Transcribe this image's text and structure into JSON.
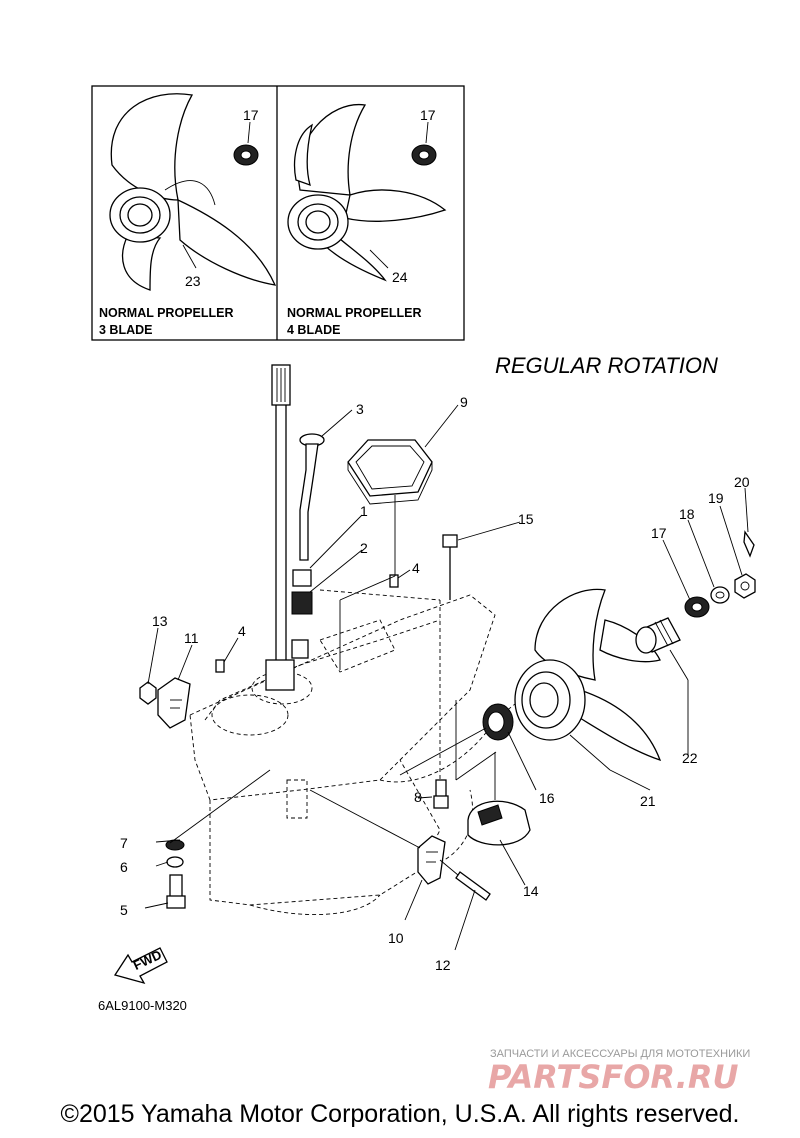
{
  "insets": [
    {
      "label_line1": "NORMAL PROPELLER",
      "label_line2": "3 BLADE",
      "spline_ref": "17",
      "prop_ref": "23"
    },
    {
      "label_line1": "NORMAL PROPELLER",
      "label_line2": "4 BLADE",
      "spline_ref": "17",
      "prop_ref": "24"
    }
  ],
  "rotation_title": "REGULAR ROTATION",
  "callouts": {
    "n1": "1",
    "n2": "2",
    "n3": "3",
    "n4a": "4",
    "n4b": "4",
    "n5": "5",
    "n6": "6",
    "n7": "7",
    "n8": "8",
    "n9": "9",
    "n10": "10",
    "n11": "11",
    "n12": "12",
    "n13": "13",
    "n14": "14",
    "n15": "15",
    "n16": "16",
    "n17": "17",
    "n18": "18",
    "n19": "19",
    "n20": "20",
    "n21": "21",
    "n22": "22"
  },
  "fwd_label": "FWD",
  "drawing_code": "6AL9100-M320",
  "watermark": {
    "tagline": "ЗАПЧАСТИ И АКСЕССУАРЫ ДЛЯ МОТОТЕХНИКИ",
    "logo": "PARTSFOR.RU"
  },
  "copyright": "©2015 Yamaha Motor Corporation, U.S.A. All rights reserved."
}
